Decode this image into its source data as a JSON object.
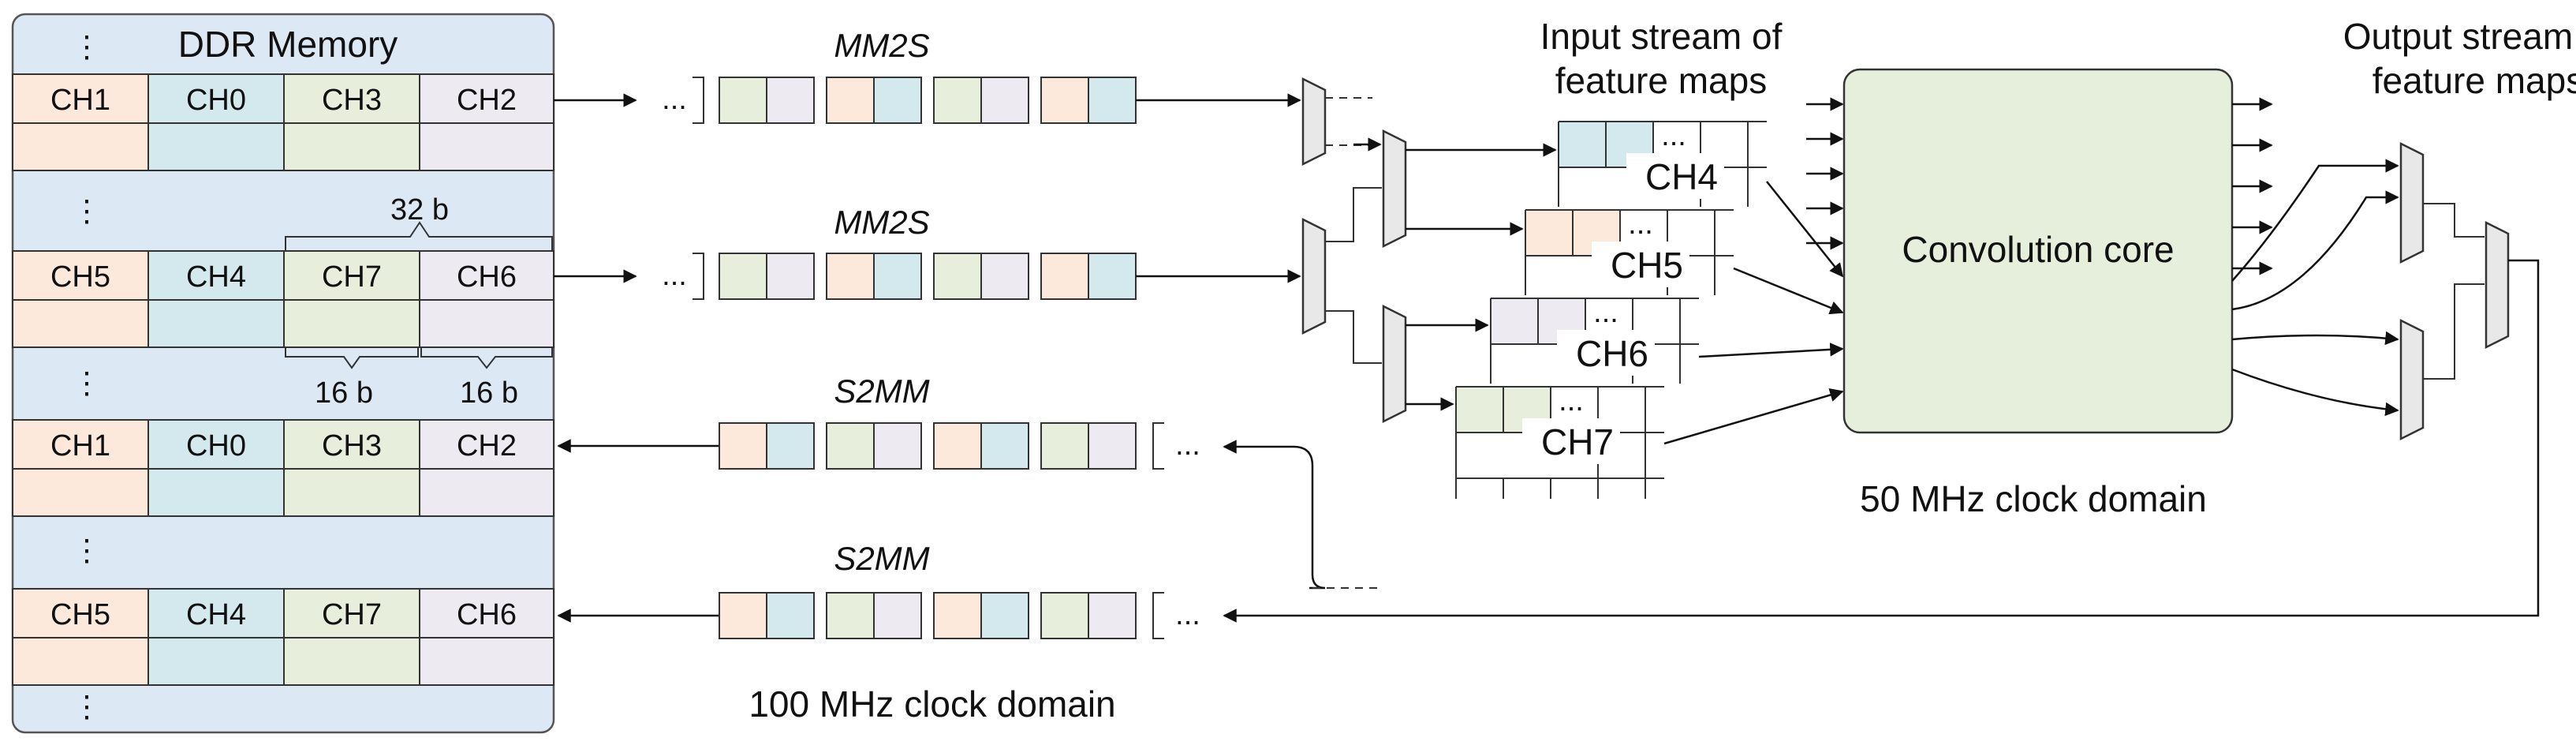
{
  "ddr": {
    "title": "DDR Memory",
    "dots": "⋮",
    "rows": [
      [
        "CH1",
        "CH0",
        "CH3",
        "CH2"
      ],
      [
        "CH5",
        "CH4",
        "CH7",
        "CH6"
      ],
      [
        "CH1",
        "CH0",
        "CH3",
        "CH2"
      ],
      [
        "CH5",
        "CH4",
        "CH7",
        "CH6"
      ]
    ],
    "width_32": "32 b",
    "width_16a": "16 b",
    "width_16b": "16 b"
  },
  "streams": {
    "mm2s_a": "MM2S",
    "mm2s_b": "MM2S",
    "s2mm_a": "S2MM",
    "s2mm_b": "S2MM",
    "ellipsis": "..."
  },
  "input": {
    "title_line1": "Input stream of",
    "title_line2": "feature maps",
    "maps": [
      "CH4",
      "CH5",
      "CH6",
      "CH7"
    ]
  },
  "core": {
    "label": "Convolution core"
  },
  "output": {
    "title_line1": "Output stream of",
    "title_line2": "feature maps"
  },
  "clocks": {
    "fast": "100 MHz clock domain",
    "slow": "50 MHz clock domain"
  },
  "colors": {
    "peach": "#fde9dc",
    "blue": "#d3e9ee",
    "green": "#e7efdc",
    "lavender": "#edebf1",
    "ddr_bg": "#dde8f5",
    "core_bg": "#e5efdc"
  }
}
